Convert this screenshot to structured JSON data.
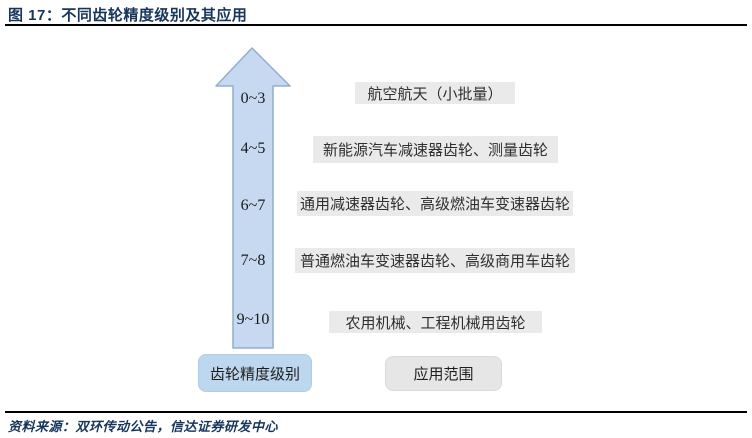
{
  "figure": {
    "title": "图 17：不同齿轮精度级别及其应用",
    "source": "资料来源：双环传动公告，信达证券研发中心"
  },
  "diagram": {
    "type": "vertical-arrow-ranking",
    "arrow_direction": "up",
    "rows": [
      {
        "grade": "0~3",
        "application": "航空航天（小批量）"
      },
      {
        "grade": "4~5",
        "application": "新能源汽车减速器齿轮、测量齿轮"
      },
      {
        "grade": "6~7",
        "application": "通用减速器齿轮、高级燃油车变速器齿轮"
      },
      {
        "grade": "7~8",
        "application": "普通燃油车变速器齿轮、高级商用车齿轮"
      },
      {
        "grade": "9~10",
        "application": "农用机械、工程机械用齿轮"
      }
    ],
    "legend": {
      "grade_label": "齿轮精度级别",
      "application_label": "应用范围"
    },
    "colors": {
      "arrow_fill": "#C6D9F0",
      "arrow_border": "#8FAECF",
      "application_box_bg": "#EAEAEA",
      "grade_legend_bg": "#BDD7EE",
      "application_legend_bg": "#E7E6E6",
      "title_color": "#17365D",
      "rule_color": "#000000"
    }
  }
}
